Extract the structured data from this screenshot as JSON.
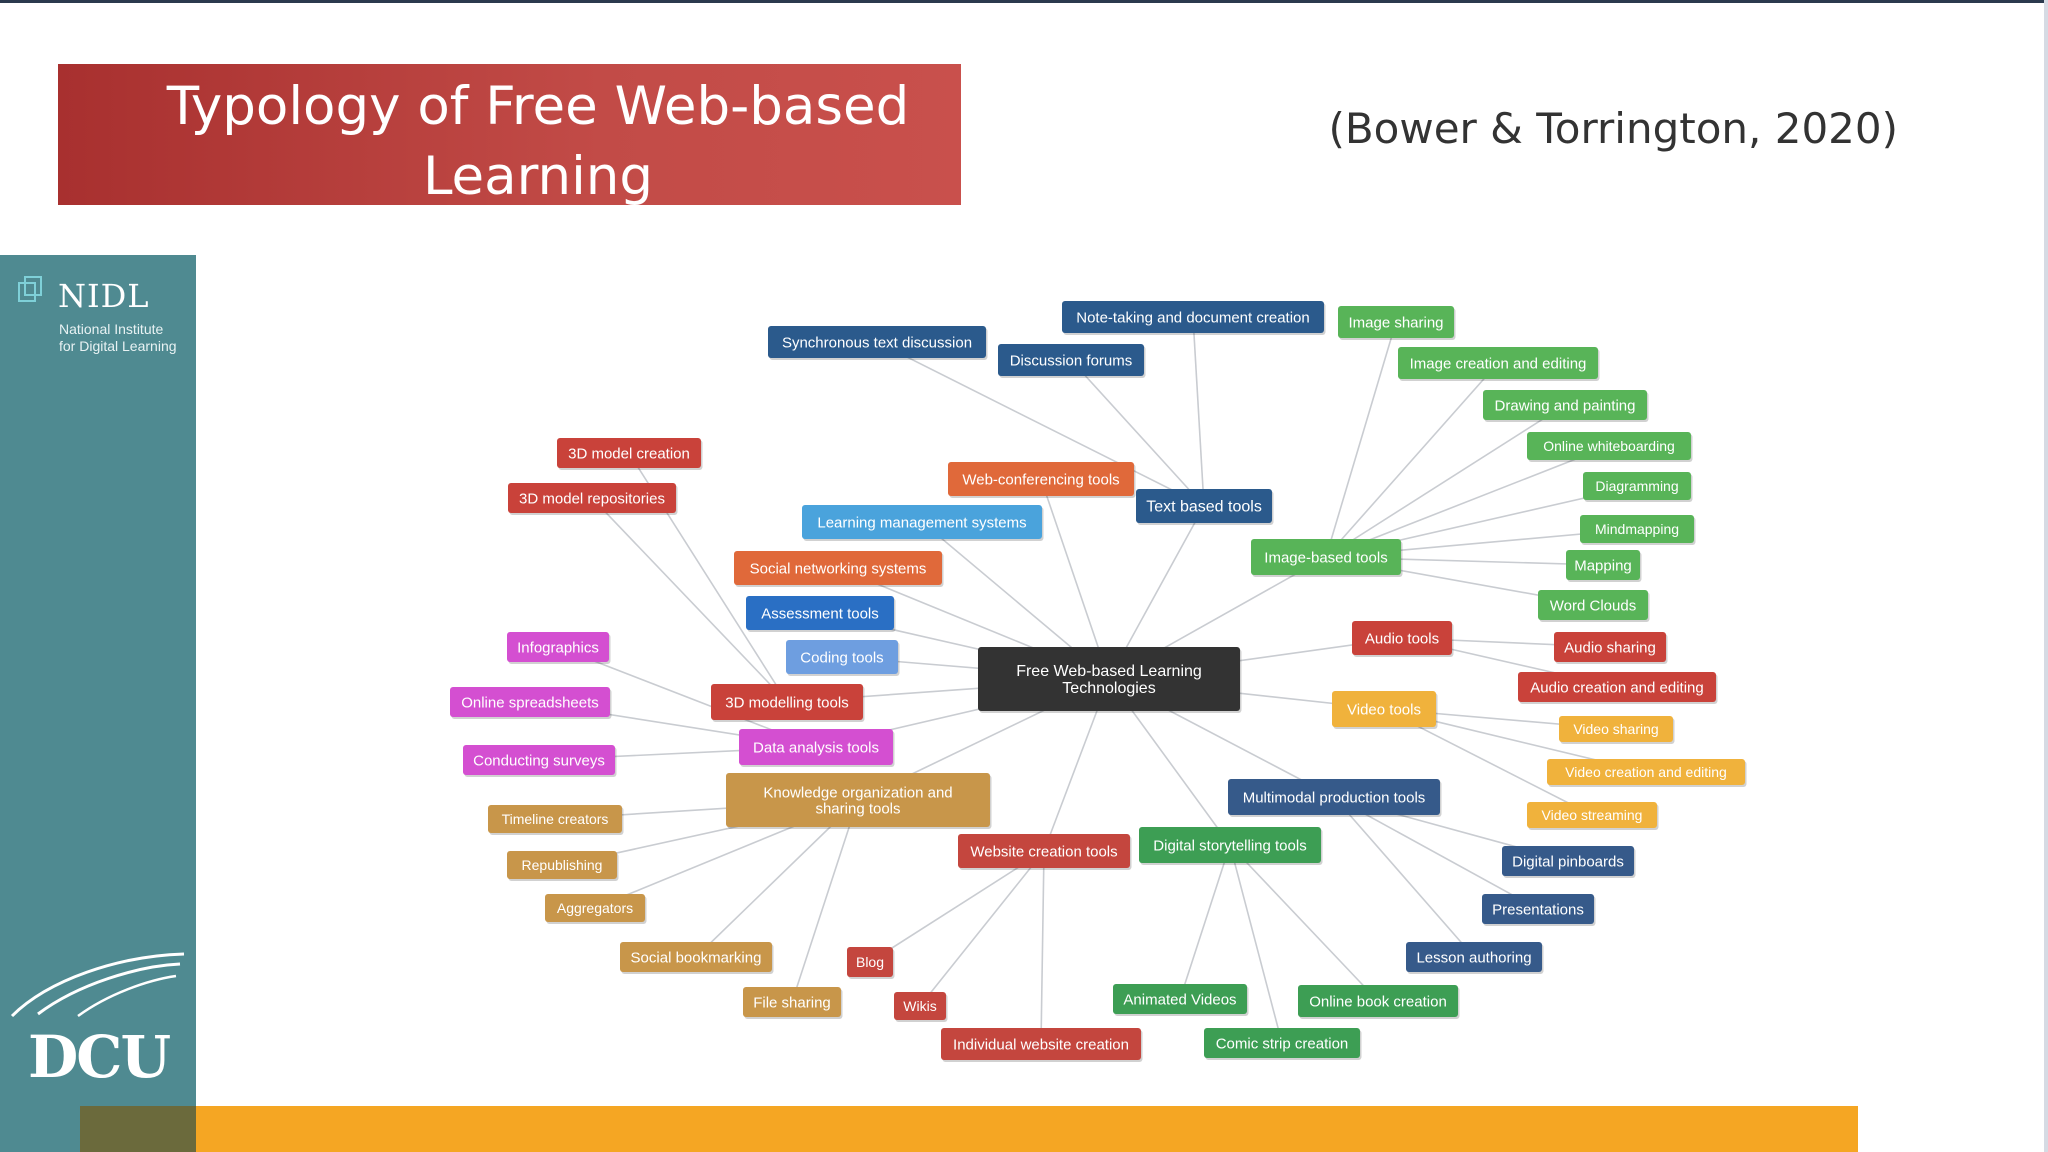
{
  "slide": {
    "title": "Typology of Free Web-based Learning\nTechnologies (2020)",
    "citation": "(Bower & Torrington, 2020)"
  },
  "sidebar": {
    "logo_icon": "nidl-book-icon",
    "logo_title": "NIDL",
    "logo_subtitle": "National Institute\nfor Digital Learning",
    "university_logo": "DCU"
  },
  "colors": {
    "title_bg": "#b73e3b",
    "sidebar_bg": "#4f8a91",
    "bottom_bar": "#f5a623",
    "center": "#333333",
    "navy": "#2b5a8c",
    "red": "#c9423a",
    "orange": "#e0693a",
    "sky": "#4aa3dc",
    "blue": "#2a6fc4",
    "light_blue": "#6e9ee0",
    "green": "#58b458",
    "pink": "#d44fd1",
    "tan": "#c8964a",
    "yellow": "#f0b23c",
    "dark_green": "#3d9e54",
    "slate": "#365a8a",
    "brick": "#c4463e"
  },
  "mindmap": {
    "center": {
      "label": "Free Web-based Learning\nTechnologies",
      "color": "#333333"
    },
    "nodes": [
      {
        "id": "text",
        "label": "Text based tools",
        "color": "#2b5a8c",
        "parent": "center"
      },
      {
        "id": "sync",
        "label": "Synchronous text discussion",
        "color": "#2b5a8c",
        "parent": "text"
      },
      {
        "id": "forums",
        "label": "Discussion forums",
        "color": "#2b5a8c",
        "parent": "text"
      },
      {
        "id": "notes",
        "label": "Note-taking and document creation",
        "color": "#2b5a8c",
        "parent": "text"
      },
      {
        "id": "webconf",
        "label": "Web-conferencing tools",
        "color": "#e0693a",
        "parent": "center"
      },
      {
        "id": "lms",
        "label": "Learning management systems",
        "color": "#4aa3dc",
        "parent": "center"
      },
      {
        "id": "social",
        "label": "Social networking systems",
        "color": "#e0693a",
        "parent": "center"
      },
      {
        "id": "assess",
        "label": "Assessment tools",
        "color": "#2a6fc4",
        "parent": "center"
      },
      {
        "id": "coding",
        "label": "Coding tools",
        "color": "#6e9ee0",
        "parent": "center"
      },
      {
        "id": "model3d",
        "label": "3D modelling tools",
        "color": "#c9423a",
        "parent": "center"
      },
      {
        "id": "m3dc",
        "label": "3D model creation",
        "color": "#c9423a",
        "parent": "model3d"
      },
      {
        "id": "m3dr",
        "label": "3D model repositories",
        "color": "#c9423a",
        "parent": "model3d"
      },
      {
        "id": "data",
        "label": "Data analysis tools",
        "color": "#d44fd1",
        "parent": "center"
      },
      {
        "id": "infog",
        "label": "Infographics",
        "color": "#d44fd1",
        "parent": "data"
      },
      {
        "id": "sheets",
        "label": "Online spreadsheets",
        "color": "#d44fd1",
        "parent": "data"
      },
      {
        "id": "surveys",
        "label": "Conducting surveys",
        "color": "#d44fd1",
        "parent": "data"
      },
      {
        "id": "know",
        "label": "Knowledge organization and\nsharing tools",
        "color": "#c8964a",
        "parent": "center"
      },
      {
        "id": "timeline",
        "label": "Timeline creators",
        "color": "#c8964a",
        "parent": "know"
      },
      {
        "id": "repub",
        "label": "Republishing",
        "color": "#c8964a",
        "parent": "know"
      },
      {
        "id": "aggr",
        "label": "Aggregators",
        "color": "#c8964a",
        "parent": "know"
      },
      {
        "id": "bookm",
        "label": "Social bookmarking",
        "color": "#c8964a",
        "parent": "know"
      },
      {
        "id": "files",
        "label": "File sharing",
        "color": "#c8964a",
        "parent": "know"
      },
      {
        "id": "website",
        "label": "Website creation tools",
        "color": "#c4463e",
        "parent": "center"
      },
      {
        "id": "blog",
        "label": "Blog",
        "color": "#c4463e",
        "parent": "website"
      },
      {
        "id": "wikis",
        "label": "Wikis",
        "color": "#c4463e",
        "parent": "website"
      },
      {
        "id": "indiv",
        "label": "Individual website creation",
        "color": "#c4463e",
        "parent": "website"
      },
      {
        "id": "story",
        "label": "Digital storytelling tools",
        "color": "#3d9e54",
        "parent": "center"
      },
      {
        "id": "anim",
        "label": "Animated Videos",
        "color": "#3d9e54",
        "parent": "story"
      },
      {
        "id": "comic",
        "label": "Comic strip creation",
        "color": "#3d9e54",
        "parent": "story"
      },
      {
        "id": "book",
        "label": "Online book creation",
        "color": "#3d9e54",
        "parent": "story"
      },
      {
        "id": "multi",
        "label": "Multimodal production tools",
        "color": "#365a8a",
        "parent": "center"
      },
      {
        "id": "lesson",
        "label": "Lesson authoring",
        "color": "#365a8a",
        "parent": "multi"
      },
      {
        "id": "present",
        "label": "Presentations",
        "color": "#365a8a",
        "parent": "multi"
      },
      {
        "id": "pinboard",
        "label": "Digital pinboards",
        "color": "#365a8a",
        "parent": "multi"
      },
      {
        "id": "video",
        "label": "Video tools",
        "color": "#f0b23c",
        "parent": "center"
      },
      {
        "id": "vshare",
        "label": "Video sharing",
        "color": "#f0b23c",
        "parent": "video"
      },
      {
        "id": "vcreate",
        "label": "Video creation and editing",
        "color": "#f0b23c",
        "parent": "video"
      },
      {
        "id": "vstream",
        "label": "Video streaming",
        "color": "#f0b23c",
        "parent": "video"
      },
      {
        "id": "audio",
        "label": "Audio tools",
        "color": "#c9423a",
        "parent": "center"
      },
      {
        "id": "ashare",
        "label": "Audio sharing",
        "color": "#c9423a",
        "parent": "audio"
      },
      {
        "id": "acreate",
        "label": "Audio creation and editing",
        "color": "#c9423a",
        "parent": "audio"
      },
      {
        "id": "image",
        "label": "Image-based tools",
        "color": "#58b458",
        "parent": "center"
      },
      {
        "id": "ishare",
        "label": "Image sharing",
        "color": "#58b458",
        "parent": "image"
      },
      {
        "id": "icreate",
        "label": "Image creation and editing",
        "color": "#58b458",
        "parent": "image"
      },
      {
        "id": "draw",
        "label": "Drawing and painting",
        "color": "#58b458",
        "parent": "image"
      },
      {
        "id": "white",
        "label": "Online whiteboarding",
        "color": "#58b458",
        "parent": "image"
      },
      {
        "id": "diagram",
        "label": "Diagramming",
        "color": "#58b458",
        "parent": "image"
      },
      {
        "id": "mind",
        "label": "Mindmapping",
        "color": "#58b458",
        "parent": "image"
      },
      {
        "id": "mapping",
        "label": "Mapping",
        "color": "#58b458",
        "parent": "image"
      },
      {
        "id": "clouds",
        "label": "Word Clouds",
        "color": "#58b458",
        "parent": "image"
      }
    ]
  }
}
